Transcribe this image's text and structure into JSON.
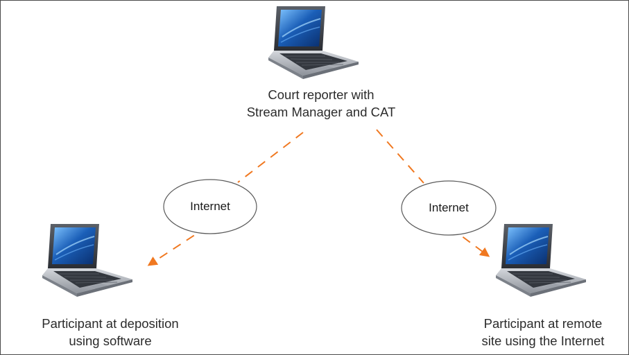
{
  "nodes": {
    "court_reporter": {
      "line1": "Court reporter with",
      "line2": "Stream Manager and CAT"
    },
    "participant_deposition": {
      "line1": "Participant at deposition",
      "line2": "using software"
    },
    "participant_remote": {
      "line1": "Participant at remote",
      "line2": "site using the Internet"
    }
  },
  "connections": {
    "left_label": "Internet",
    "right_label": "Internet"
  },
  "colors": {
    "arrow": "#f07820",
    "screen": "#1b5fb8",
    "laptop_body": "#a9adb4",
    "border": "#4a4a4a"
  },
  "icons": {
    "device": "laptop-icon",
    "network": "internet-ellipse"
  }
}
